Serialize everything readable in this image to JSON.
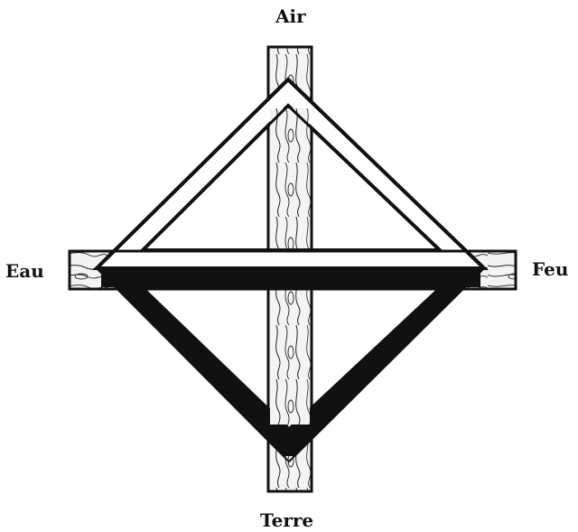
{
  "labels": {
    "top": "Air",
    "left": "Eau",
    "right": "Feu",
    "bottom": "Terre"
  },
  "colors": {
    "ink": "#111111",
    "wood_fill": "#f3f3f3",
    "white_triangle": "#ffffff",
    "black_triangle": "#111111"
  }
}
